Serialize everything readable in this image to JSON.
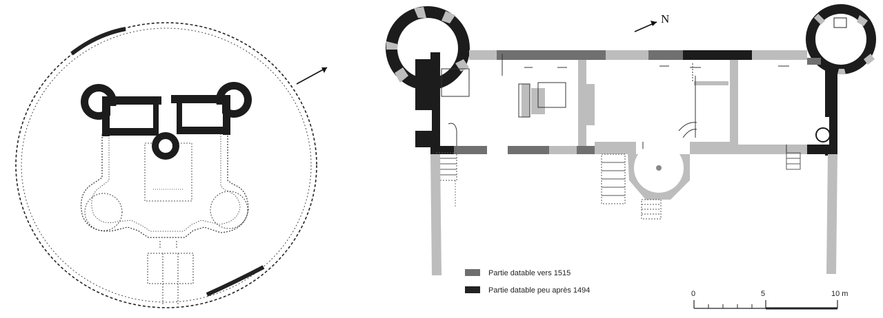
{
  "left_plan": {
    "north_arrow_icon": "arrow-icon"
  },
  "right_plan": {
    "north_label": "N",
    "north_arrow_icon": "arrow-icon",
    "legend": [
      {
        "label": "Partie datable vers 1515",
        "color": "#6e6e6e"
      },
      {
        "label": "Partie datable peu après 1494",
        "color": "#222222"
      }
    ],
    "scale_bar": {
      "ticks": [
        "0",
        "5",
        "10 m"
      ]
    }
  },
  "colors": {
    "black_wall": "#1c1c1c",
    "dark_gray_wall": "#707070",
    "light_gray_wall": "#bdbdbd",
    "line": "#333333"
  }
}
